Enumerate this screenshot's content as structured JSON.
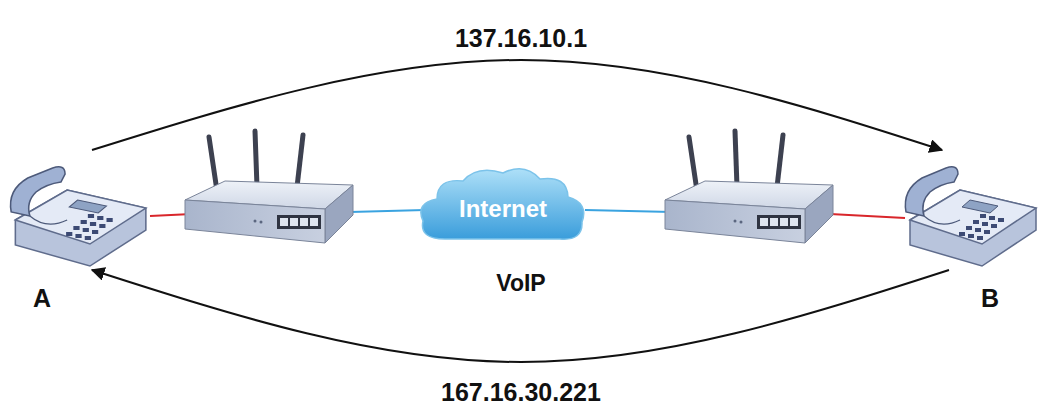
{
  "diagram": {
    "nodes": [
      {
        "text": [
          "A"
        ]
      },
      {
        "text": [
          "Internet"
        ]
      },
      {
        "text": [
          "B"
        ]
      }
    ],
    "edges": [
      {
        "from": 0,
        "to": 2,
        "arrow": "to",
        "label": "137.16.10.1"
      },
      {
        "from": 2,
        "to": 0,
        "arrow": "to",
        "label": "167.16.30.221"
      }
    ],
    "labels": [
      "VoIP"
    ]
  }
}
